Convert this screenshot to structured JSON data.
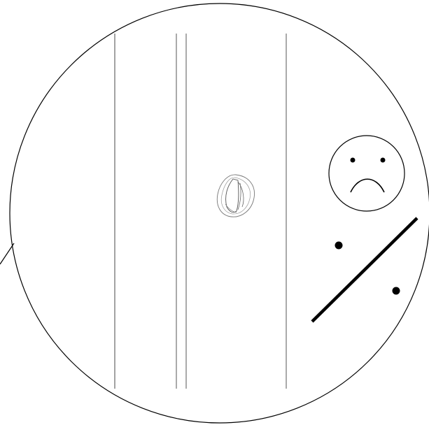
{
  "figure": {
    "kind": "magnified-circle-diagram",
    "line_color": "#000000",
    "structure_line_color": "#444444",
    "background_color": "#ffffff",
    "elements": {
      "magnifier_circle": "circle-outline",
      "leader_line": "callout-line",
      "vertical_lines": [
        "single-line",
        "double-line",
        "single-line"
      ],
      "center_particle": "particle-icon",
      "sad_face": "sad-face-icon",
      "dots": 2,
      "thick_diagonal": "thick-line"
    }
  }
}
